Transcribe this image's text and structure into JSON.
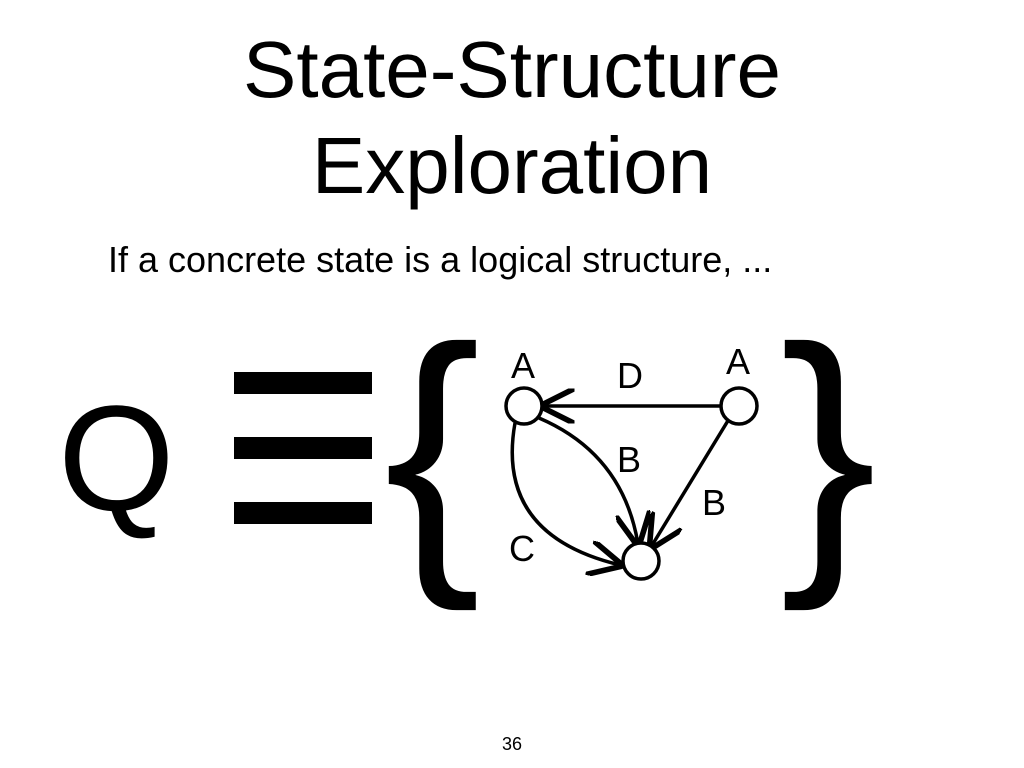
{
  "slide": {
    "title_line1": "State-Structure",
    "title_line2": "Exploration",
    "subtitle": "If a concrete state is a logical structure, ...",
    "page_number": "36"
  },
  "formula": {
    "variable": "Q",
    "equiv_symbol": "≡",
    "open_brace": "{",
    "close_brace": "}"
  },
  "graph": {
    "nodes": [
      {
        "id": "n1",
        "label": "A"
      },
      {
        "id": "n2",
        "label": "A"
      },
      {
        "id": "n3",
        "label": ""
      }
    ],
    "edges": [
      {
        "from": "n2",
        "to": "n1",
        "label": "D"
      },
      {
        "from": "n1",
        "to": "n3",
        "label": "B"
      },
      {
        "from": "n2",
        "to": "n3",
        "label": "B"
      },
      {
        "from": "n1",
        "to": "n3",
        "label": "C"
      }
    ]
  }
}
